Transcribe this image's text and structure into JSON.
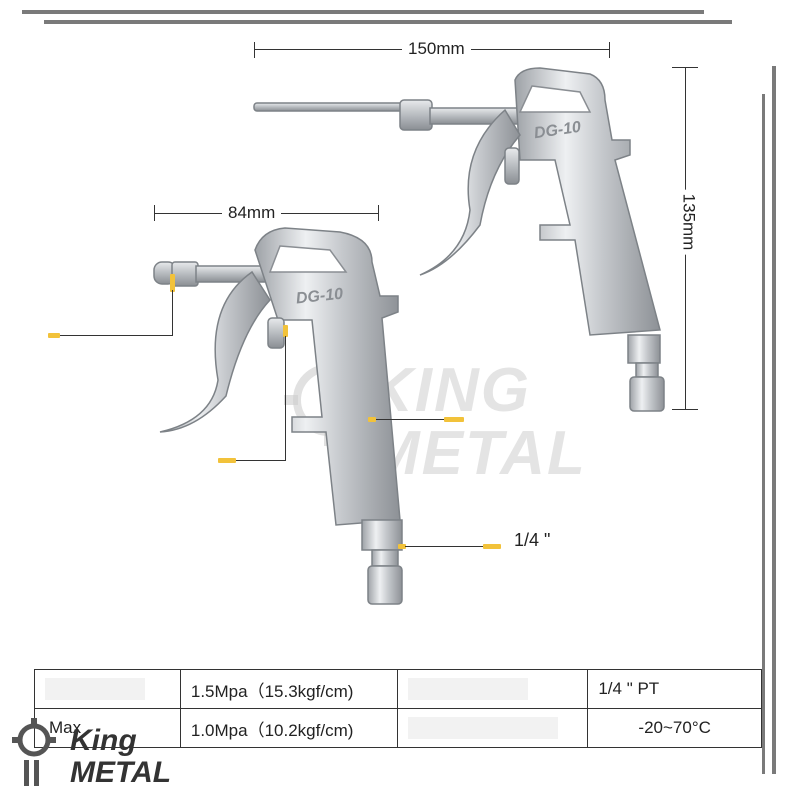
{
  "dimensions": {
    "long_width": "150mm",
    "short_width": "84mm",
    "height": "135mm"
  },
  "product": {
    "model_text": "DG-10"
  },
  "callouts": {
    "thread": "1/4 \""
  },
  "specs": {
    "rows": [
      {
        "label": "",
        "value": "1.5Mpa（15.3kgf/cm)",
        "label2": "",
        "value2": "1/4 \" PT"
      },
      {
        "label": "Max",
        "value": "1.0Mpa（10.2kgf/cm)",
        "label2": "",
        "value2": "-20~70°C"
      }
    ]
  },
  "watermark": {
    "line1": "KING",
    "line2": "METAL"
  },
  "logo": {
    "line1": "King",
    "line2": "METAL"
  },
  "colors": {
    "accent": "#f2c23a",
    "border": "#7a7a7a",
    "metal": "#c9cbce"
  }
}
